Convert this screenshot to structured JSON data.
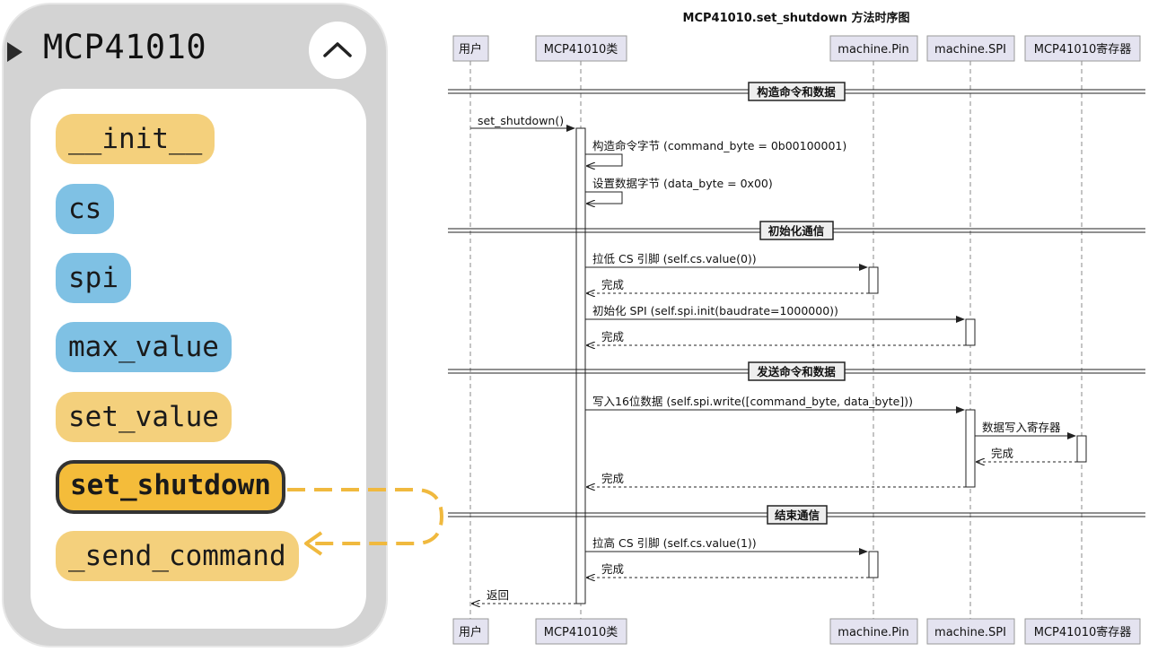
{
  "class_panel": {
    "class_name": "MCP41010",
    "members": [
      {
        "label": "__init__",
        "kind": "method"
      },
      {
        "label": "cs",
        "kind": "attribute"
      },
      {
        "label": "spi",
        "kind": "attribute"
      },
      {
        "label": "max_value",
        "kind": "attribute"
      },
      {
        "label": "set_value",
        "kind": "method"
      },
      {
        "label": "set_shutdown",
        "kind": "method",
        "selected": true
      },
      {
        "label": "_send_command",
        "kind": "method"
      }
    ],
    "colors": {
      "method": "#f4d07c",
      "attribute": "#7fc1e4",
      "selected": "#f4bc3a",
      "call_arrow": "#f0b93e"
    }
  },
  "sequence": {
    "title": "MCP41010.set_shutdown 方法时序图",
    "participants": [
      "用户",
      "MCP41010类",
      "machine.Pin",
      "machine.SPI",
      "MCP41010寄存器"
    ],
    "groups": [
      "构造命令和数据",
      "初始化通信",
      "发送命令和数据",
      "结束通信"
    ],
    "messages": [
      "set_shutdown()",
      "构造命令字节 (command_byte = 0b00100001)",
      "设置数据字节 (data_byte = 0x00)",
      "拉低 CS 引脚 (self.cs.value(0))",
      "完成",
      "初始化 SPI (self.spi.init(baudrate=1000000))",
      "完成",
      "写入16位数据 (self.spi.write([command_byte, data_byte]))",
      "数据写入寄存器",
      "完成",
      "完成",
      "拉高 CS 引脚 (self.cs.value(1))",
      "完成",
      "返回"
    ]
  }
}
